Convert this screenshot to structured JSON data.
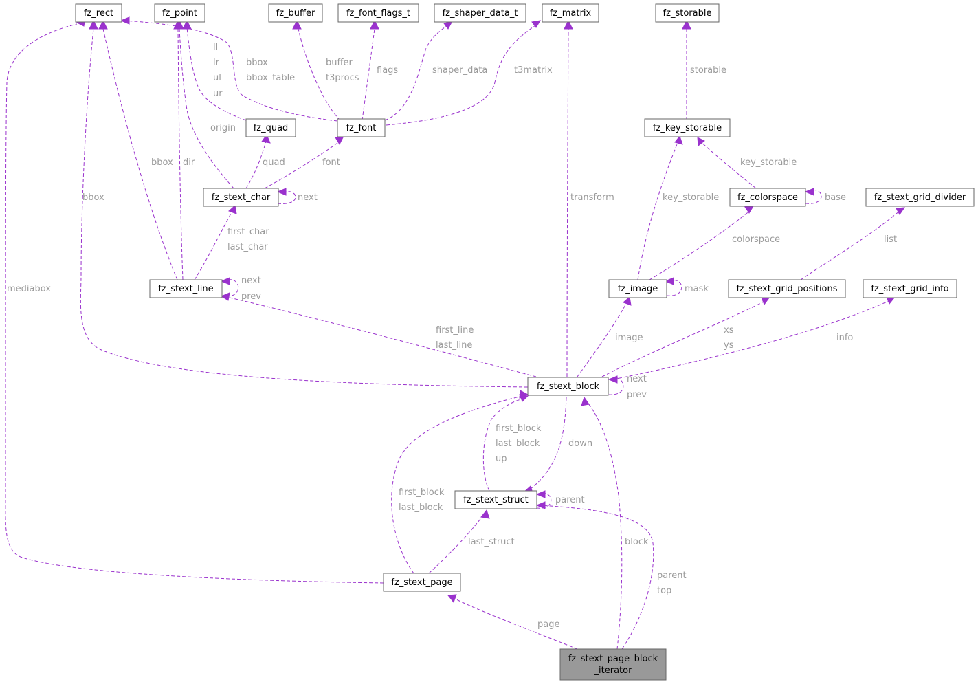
{
  "nodes": {
    "fz_rect": "fz_rect",
    "fz_point": "fz_point",
    "fz_buffer": "fz_buffer",
    "fz_font_flags_t": "fz_font_flags_t",
    "fz_shaper_data_t": "fz_shaper_data_t",
    "fz_matrix": "fz_matrix",
    "fz_storable": "fz_storable",
    "fz_quad": "fz_quad",
    "fz_font": "fz_font",
    "fz_key_storable": "fz_key_storable",
    "fz_stext_char": "fz_stext_char",
    "fz_colorspace": "fz_colorspace",
    "fz_stext_grid_divider": "fz_stext_grid_divider",
    "fz_stext_line": "fz_stext_line",
    "fz_image": "fz_image",
    "fz_stext_grid_positions": "fz_stext_grid_positions",
    "fz_stext_grid_info": "fz_stext_grid_info",
    "fz_stext_block": "fz_stext_block",
    "fz_stext_struct": "fz_stext_struct",
    "fz_stext_page": "fz_stext_page",
    "iterator_line1": "fz_stext_page_block",
    "iterator_line2": "_iterator"
  },
  "edge_labels": {
    "ll": "ll",
    "lr": "lr",
    "ul": "ul",
    "ur": "ur",
    "font_bbox": "bbox",
    "font_bbox_table": "bbox_table",
    "buffer": "buffer",
    "t3procs": "t3procs",
    "flags": "flags",
    "shaper_data": "shaper_data",
    "t3matrix": "t3matrix",
    "storable": "storable",
    "origin": "origin",
    "quad": "quad",
    "font": "font",
    "line_bbox": "bbox",
    "line_dir": "dir",
    "char_next": "next",
    "block_bbox": "bbox",
    "first_char": "first_char",
    "last_char": "last_char",
    "mediabox": "mediabox",
    "line_next": "next",
    "line_prev": "prev",
    "transform": "transform",
    "key_storable_image": "key_storable",
    "key_storable_cs": "key_storable",
    "base": "base",
    "colorspace": "colorspace",
    "list": "list",
    "mask": "mask",
    "first_line": "first_line",
    "last_line": "last_line",
    "image": "image",
    "xs": "xs",
    "ys": "ys",
    "info": "info",
    "block_next": "next",
    "block_prev": "prev",
    "struct_first_block": "first_block",
    "struct_last_block": "last_block",
    "up": "up",
    "down": "down",
    "page_first_block": "first_block",
    "page_last_block": "last_block",
    "struct_parent": "parent",
    "last_struct": "last_struct",
    "block": "block",
    "iter_parent": "parent",
    "iter_top": "top",
    "page": "page"
  },
  "colors": {
    "edge": "#9a32cd",
    "label": "#9a9a9a",
    "node_border": "#666666",
    "highlight_fill": "#999999"
  }
}
